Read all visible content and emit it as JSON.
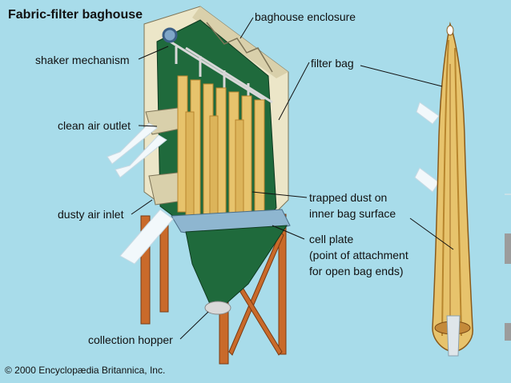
{
  "title": "Fabric-filter baghouse",
  "labels": {
    "baghouse_enclosure": "baghouse enclosure",
    "shaker_mechanism": "shaker mechanism",
    "filter_bag": "filter bag",
    "clean_air_outlet": "clean air outlet",
    "trapped_dust_1": "trapped dust on",
    "trapped_dust_2": "inner bag surface",
    "dusty_air_inlet": "dusty air inlet",
    "cell_plate_1": "cell plate",
    "cell_plate_2": "(point of attachment",
    "cell_plate_3": "for open bag ends)",
    "collection_hopper": "collection hopper"
  },
  "credit": "© 2000 Encyclopædia Britannica, Inc.",
  "colors": {
    "background": "#a8dcea",
    "enclosure": "#ece6c8",
    "interior": "#1f6a3c",
    "bag": "#e7c36c",
    "bag_shadow": "#b8862e",
    "legs": "#c96a2a",
    "arrow": "#ffffff"
  }
}
